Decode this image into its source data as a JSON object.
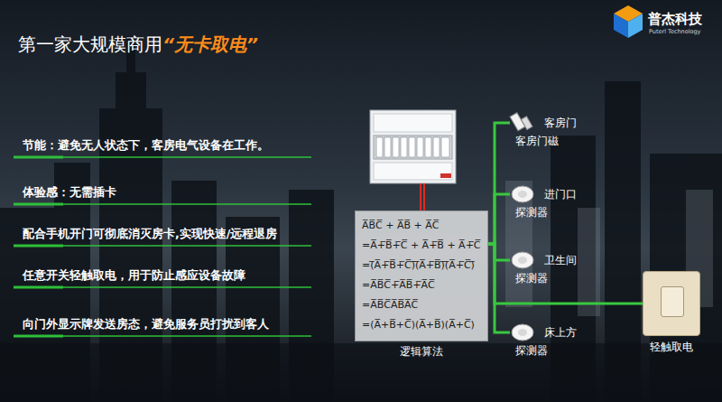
{
  "diagram": {
    "title": "第一家大规模商用",
    "nodes": [
      {
        "text": [
          "A̅B̅C̅ + A̅B̅ + A̅C̅",
          "=A̅+̅B̅+̅C̅ + A̅+̅B̅ + A̅+̅C̅",
          "=(̅A̅+̅B̅+̅C̅)̅(̅A̅+̅B̅)̅(̅A̅+̅C̅)̅",
          "=A̅B̅C̅+̅A̅B̅+̅A̅C̅",
          "=A̅B̅C̅A̅B̅A̅C̅",
          "=(A̅+B̅+C̅)(A̅+B̅)(A̅+C̅)",
          "逻辑算法"
        ]
      },
      {
        "text": [
          "客房门",
          "客房门磁"
        ]
      },
      {
        "text": [
          "进门口",
          "探测器"
        ]
      },
      {
        "text": [
          "卫生间",
          "探测器"
        ]
      },
      {
        "text": [
          "床上方",
          "探测器"
        ]
      },
      {
        "text": [
          "轻触取电"
        ]
      }
    ],
    "edges": [
      {
        "from": 0,
        "to": 1,
        "arrow": "none"
      },
      {
        "from": 0,
        "to": 2,
        "arrow": "none"
      },
      {
        "from": 0,
        "to": 3,
        "arrow": "none"
      },
      {
        "from": 0,
        "to": 4,
        "arrow": "none"
      },
      {
        "from": 0,
        "to": 5,
        "arrow": "none"
      }
    ],
    "labels": [
      "“无卡取电”",
      "普杰科技",
      "Puterl Technology",
      "节能：避免无人状态下，客房电气设备在工作。",
      "体验感：无需插卡",
      "配合手机开门可彻底消灭房卡,实现快速/远程退房",
      "任意开关轻触取电，用于防止感应设备故障",
      "向门外显示牌发送房态，避免服务员打扰到客人"
    ]
  }
}
